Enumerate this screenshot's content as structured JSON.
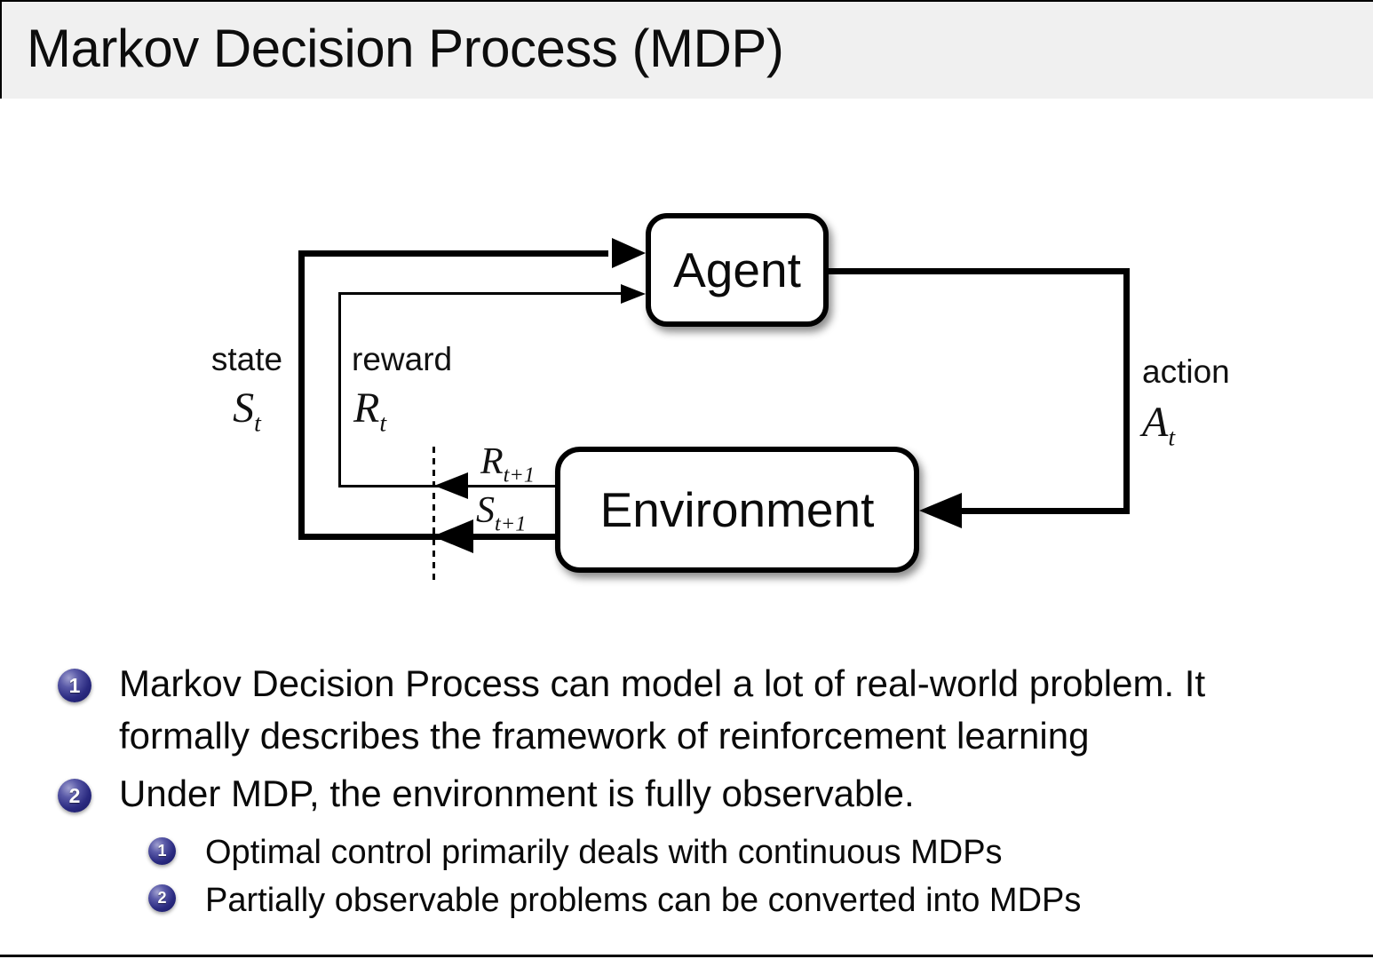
{
  "slide": {
    "title": "Markov Decision Process (MDP)"
  },
  "colors": {
    "header_background": "#f0f0f0",
    "bullet_ball": "#2a2a80",
    "diagram_stroke": "#000000",
    "text": "#0a0a0a"
  },
  "diagram": {
    "agent": {
      "label": "Agent"
    },
    "environment": {
      "label": "Environment"
    },
    "state": {
      "word": "state",
      "symbol": "S",
      "subscript": "t"
    },
    "reward": {
      "word": "reward",
      "symbol": "R",
      "subscript": "t"
    },
    "action": {
      "word": "action",
      "symbol": "A",
      "subscript": "t"
    },
    "next_reward": {
      "symbol": "R",
      "subscript": "t+1"
    },
    "next_state": {
      "symbol": "S",
      "subscript": "t+1"
    }
  },
  "bullets": {
    "item1": {
      "number": "1",
      "lines": [
        "Markov Decision Process can model a lot of real-world problem. It",
        "formally describes the framework of reinforcement learning"
      ]
    },
    "item2": {
      "number": "2",
      "text": "Under MDP, the environment is fully observable."
    },
    "sub1": {
      "number": "1",
      "text": "Optimal control primarily deals with continuous MDPs"
    },
    "sub2": {
      "number": "2",
      "text": "Partially observable problems can be converted into MDPs"
    }
  }
}
